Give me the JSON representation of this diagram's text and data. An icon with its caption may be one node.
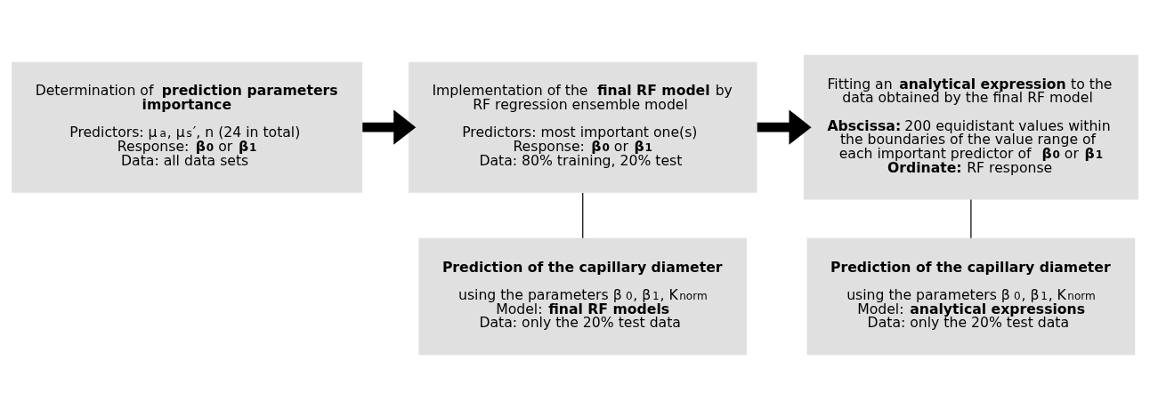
{
  "diagram": {
    "nodes": [
      {
        "text": [
          "Determination of **prediction parameters importance**",
          "Predictors: μ$_{a}$, μ$_{s}$′, n (24 in total)",
          "Response: **β$_{0}$** or **β$_{1}$**",
          "Data: all data sets"
        ]
      },
      {
        "text": [
          "Implementation of the **final RF model** by RF regression ensemble model",
          "Predictors: most important one(s)",
          "Response: **β$_{0}$** or **β$_{1}$**",
          "Data: 80% training, 20% test"
        ]
      },
      {
        "text": [
          "Fitting an **analytical expression** to the data obtained by the final RF model",
          "**Abscissa:** 200 equidistant values within the boundaries of the value range of each important predictor of **β$_{0}$** or **β$_{1}$**",
          "**Ordinate:** RF response"
        ]
      },
      {
        "text": [
          "**Prediction of the capillary diameter**",
          "using the parameters β$_{0}$, β$_{1}$, K$_{norm}$",
          "Model: **final RF models**",
          "Data: only the 20% test data"
        ]
      },
      {
        "text": [
          "**Prediction of the capillary diameter**",
          "using the parameters β$_{0}$, β$_{1}$, K$_{norm}$",
          "Model: **analytical expressions**",
          "Data: only the 20% test data"
        ]
      }
    ],
    "edges": [
      {
        "from": 0,
        "to": 1,
        "arrow": "to",
        "style": "thick"
      },
      {
        "from": 1,
        "to": 2,
        "arrow": "to",
        "style": "thick"
      },
      {
        "from": 1,
        "to": 3,
        "arrow": "none"
      },
      {
        "from": 2,
        "to": 4,
        "arrow": "none"
      }
    ]
  }
}
